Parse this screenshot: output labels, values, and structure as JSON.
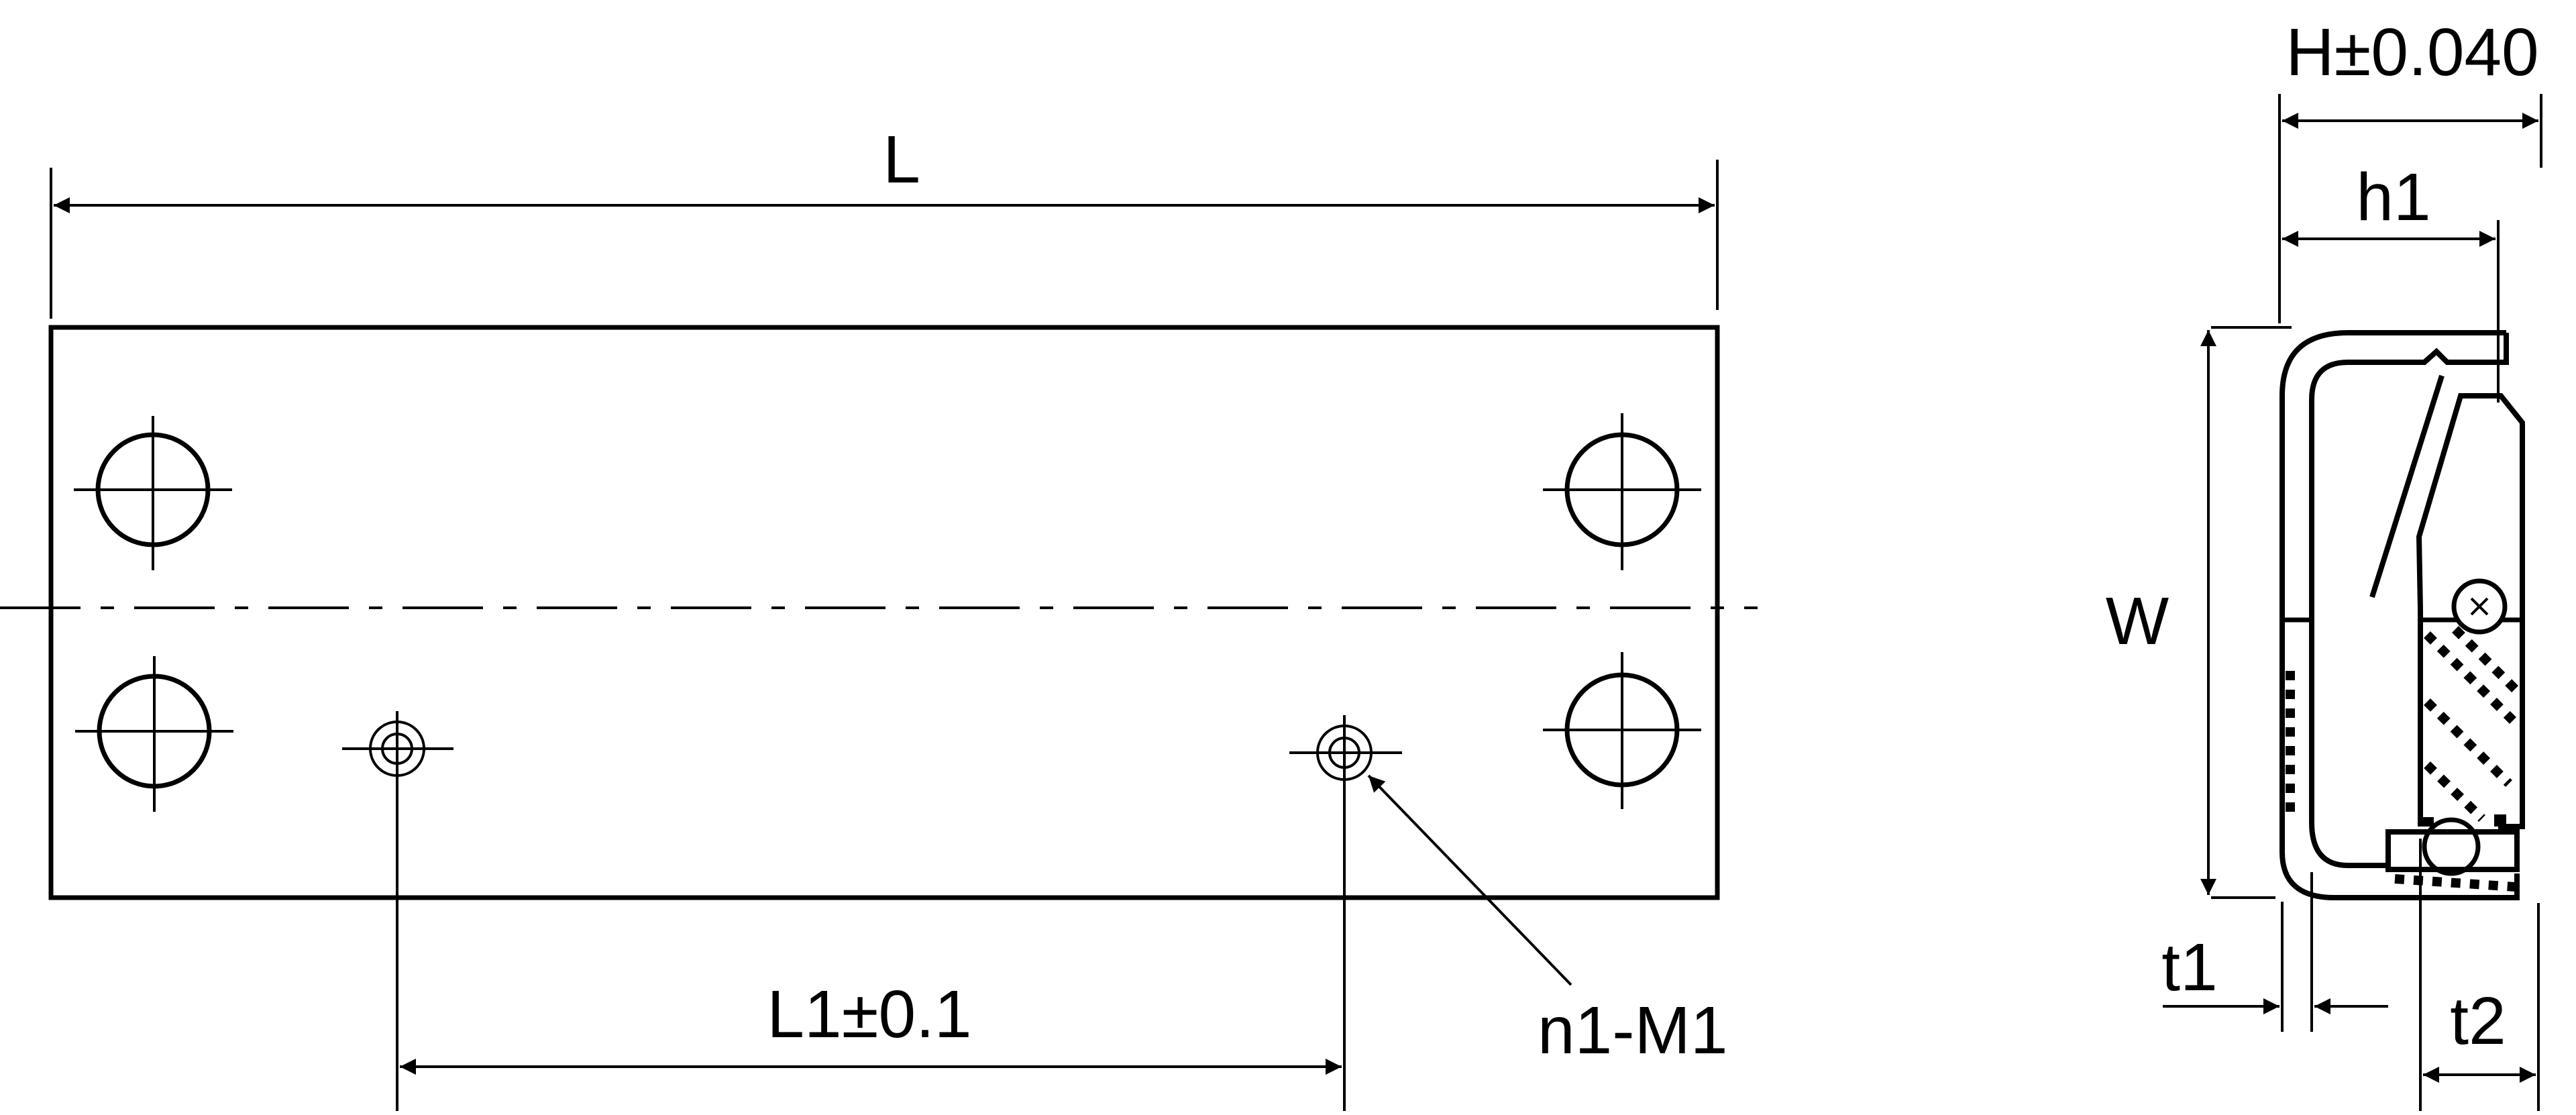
{
  "drawing": {
    "labels": {
      "L": "L",
      "L1": "L1±0.1",
      "n1M1": "n1-M1",
      "H": "H±0.040",
      "h1": "h1",
      "W": "W",
      "t1": "t1",
      "t2": "t2"
    },
    "colors": {
      "line": "#000000",
      "background": "#ffffff"
    }
  }
}
